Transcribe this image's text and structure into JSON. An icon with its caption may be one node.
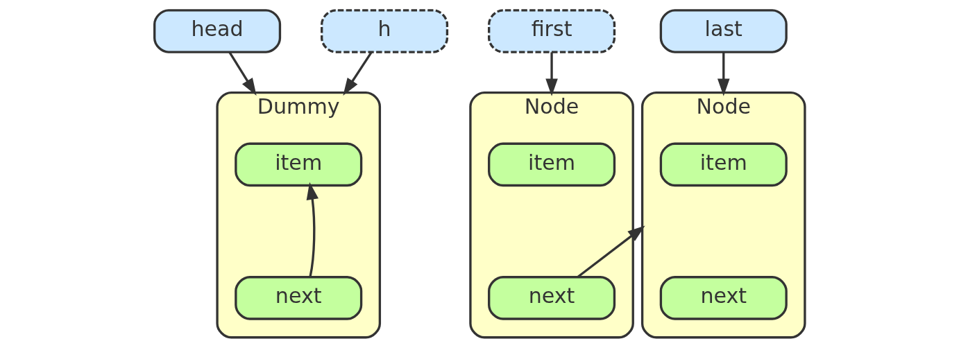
{
  "diagram": {
    "nodes": [
      {
        "text": [
          "head"
        ]
      },
      {
        "text": [
          "h"
        ]
      },
      {
        "text": [
          "first"
        ]
      },
      {
        "text": [
          "last"
        ]
      },
      {
        "text": [
          "Dummy"
        ]
      },
      {
        "text": [
          "item"
        ],
        "in": 4
      },
      {
        "text": [
          "next"
        ],
        "in": 4
      },
      {
        "text": [
          "Node"
        ]
      },
      {
        "text": [
          "item"
        ],
        "in": 7
      },
      {
        "text": [
          "next"
        ],
        "in": 7
      },
      {
        "text": [
          "Node"
        ]
      },
      {
        "text": [
          "item"
        ],
        "in": 10
      },
      {
        "text": [
          "next"
        ],
        "in": 10
      }
    ],
    "edges": [
      {
        "from": 0,
        "to": 4,
        "arrow": "to"
      },
      {
        "from": 1,
        "to": 4,
        "arrow": "to"
      },
      {
        "from": 2,
        "to": 7,
        "arrow": "to"
      },
      {
        "from": 3,
        "to": 10,
        "arrow": "to"
      },
      {
        "from": 6,
        "to": 4,
        "arrow": "to"
      },
      {
        "from": 9,
        "to": 10,
        "arrow": "to"
      }
    ]
  }
}
